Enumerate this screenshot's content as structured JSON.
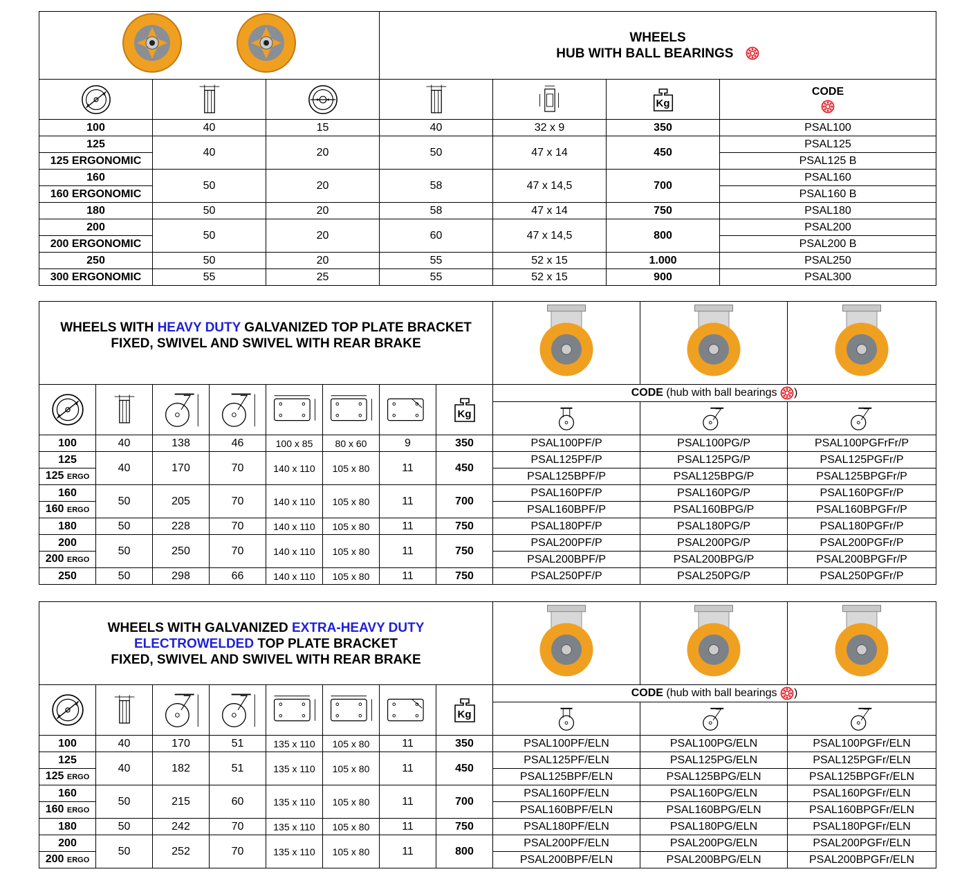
{
  "section1": {
    "title_line1": "WHEELS",
    "title_line2": "HUB WITH BALL BEARINGS",
    "code_header": "CODE",
    "weight_unit": "Kg",
    "rows": [
      {
        "d": "100",
        "w": "40",
        "hub": "15",
        "l": "40",
        "bear": "32 x 9",
        "kg": "350",
        "code": "PSAL100"
      },
      {
        "d": "125",
        "d2": "125 ERGONOMIC",
        "w": "40",
        "hub": "20",
        "l": "50",
        "bear": "47 x 14",
        "kg": "450",
        "code": "PSAL125",
        "code2": "PSAL125 B"
      },
      {
        "d": "160",
        "d2": "160 ERGONOMIC",
        "w": "50",
        "hub": "20",
        "l": "58",
        "bear": "47 x 14,5",
        "kg": "700",
        "code": "PSAL160",
        "code2": "PSAL160 B"
      },
      {
        "d": "180",
        "w": "50",
        "hub": "20",
        "l": "58",
        "bear": "47 x 14",
        "kg": "750",
        "code": "PSAL180"
      },
      {
        "d": "200",
        "d2": "200 ERGONOMIC",
        "w": "50",
        "hub": "20",
        "l": "60",
        "bear": "47 x 14,5",
        "kg": "800",
        "code": "PSAL200",
        "code2": "PSAL200 B"
      },
      {
        "d": "250",
        "w": "50",
        "hub": "20",
        "l": "55",
        "bear": "52 x 15",
        "kg": "1.000",
        "code": "PSAL250"
      },
      {
        "d": "300 ERGONOMIC",
        "w": "55",
        "hub": "25",
        "l": "55",
        "bear": "52 x 15",
        "kg": "900",
        "code": "PSAL300"
      }
    ]
  },
  "section2": {
    "title_a": "WHEELS WITH ",
    "title_b": "HEAVY DUTY",
    "title_c": " GALVANIZED TOP PLATE BRACKET",
    "title_line2": "FIXED, SWIVEL AND SWIVEL WITH REAR BRAKE",
    "code_bold": "CODE",
    "code_rest": " (hub with ball bearings ",
    "code_close": ")",
    "weight_unit": "Kg",
    "ergo": "ERGO",
    "rows": [
      {
        "d": "100",
        "w": "40",
        "h1": "138",
        "h2": "46",
        "p1": "100 x 85",
        "p2": "80 x 60",
        "bolt": "9",
        "kg": "350",
        "c1": "PSAL100PF/P",
        "c2": "PSAL100PG/P",
        "c3": "PSAL100PGFrFr/P"
      },
      {
        "d": "125",
        "w": "40",
        "h1": "170",
        "h2": "70",
        "p1": "140 x 110",
        "p2": "105 x 80",
        "bolt": "11",
        "kg": "450",
        "c1": "PSAL125PF/P",
        "c2": "PSAL125PG/P",
        "c3": "PSAL125PGFr/P",
        "e1": "PSAL125BPF/P",
        "e2": "PSAL125BPG/P",
        "e3": "PSAL125BPGFr/P"
      },
      {
        "d": "160",
        "w": "50",
        "h1": "205",
        "h2": "70",
        "p1": "140 x 110",
        "p2": "105 x 80",
        "bolt": "11",
        "kg": "700",
        "c1": "PSAL160PF/P",
        "c2": "PSAL160PG/P",
        "c3": "PSAL160PGFr/P",
        "e1": "PSAL160BPF/P",
        "e2": "PSAL160BPG/P",
        "e3": "PSAL160BPGFr/P"
      },
      {
        "d": "180",
        "w": "50",
        "h1": "228",
        "h2": "70",
        "p1": "140 x 110",
        "p2": "105 x 80",
        "bolt": "11",
        "kg": "750",
        "c1": "PSAL180PF/P",
        "c2": "PSAL180PG/P",
        "c3": "PSAL180PGFr/P"
      },
      {
        "d": "200",
        "w": "50",
        "h1": "250",
        "h2": "70",
        "p1": "140 x 110",
        "p2": "105 x 80",
        "bolt": "11",
        "kg": "750",
        "c1": "PSAL200PF/P",
        "c2": "PSAL200PG/P",
        "c3": "PSAL200PGFr/P",
        "e1": "PSAL200BPF/P",
        "e2": "PSAL200BPG/P",
        "e3": "PSAL200BPGFr/P"
      },
      {
        "d": "250",
        "w": "50",
        "h1": "298",
        "h2": "66",
        "p1": "140 x 110",
        "p2": "105 x 80",
        "bolt": "11",
        "kg": "750",
        "c1": "PSAL250PF/P",
        "c2": "PSAL250PG/P",
        "c3": "PSAL250PGFr/P"
      }
    ]
  },
  "section3": {
    "title_a": "WHEELS WITH GALVANIZED ",
    "title_b": "EXTRA-HEAVY DUTY",
    "title_c": "ELECTROWELDED",
    "title_d": " TOP PLATE BRACKET",
    "title_line3": "FIXED, SWIVEL AND SWIVEL WITH REAR BRAKE",
    "code_bold": "CODE",
    "code_rest": " (hub with ball bearings ",
    "code_close": ")",
    "weight_unit": "Kg",
    "ergo": "ERGO",
    "rows": [
      {
        "d": "100",
        "w": "40",
        "h1": "170",
        "h2": "51",
        "p1": "135 x 110",
        "p2": "105 x 80",
        "bolt": "11",
        "kg": "350",
        "c1": "PSAL100PF/ELN",
        "c2": "PSAL100PG/ELN",
        "c3": "PSAL100PGFr/ELN"
      },
      {
        "d": "125",
        "w": "40",
        "h1": "182",
        "h2": "51",
        "p1": "135 x 110",
        "p2": "105 x 80",
        "bolt": "11",
        "kg": "450",
        "c1": "PSAL125PF/ELN",
        "c2": "PSAL125PG/ELN",
        "c3": "PSAL125PGFr/ELN",
        "e1": "PSAL125BPF/ELN",
        "e2": "PSAL125BPG/ELN",
        "e3": "PSAL125BPGFr/ELN"
      },
      {
        "d": "160",
        "w": "50",
        "h1": "215",
        "h2": "60",
        "p1": "135 x 110",
        "p2": "105 x 80",
        "bolt": "11",
        "kg": "700",
        "c1": "PSAL160PF/ELN",
        "c2": "PSAL160PG/ELN",
        "c3": "PSAL160PGFr/ELN",
        "e1": "PSAL160BPF/ELN",
        "e2": "PSAL160BPG/ELN",
        "e3": "PSAL160BPGFr/ELN"
      },
      {
        "d": "180",
        "w": "50",
        "h1": "242",
        "h2": "70",
        "p1": "135 x 110",
        "p2": "105 x 80",
        "bolt": "11",
        "kg": "750",
        "c1": "PSAL180PF/ELN",
        "c2": "PSAL180PG/ELN",
        "c3": "PSAL180PGFr/ELN"
      },
      {
        "d": "200",
        "w": "50",
        "h1": "252",
        "h2": "70",
        "p1": "135 x 110",
        "p2": "105 x 80",
        "bolt": "11",
        "kg": "800",
        "c1": "PSAL200PF/ELN",
        "c2": "PSAL200PG/ELN",
        "c3": "PSAL200PGFr/ELN",
        "e1": "PSAL200BPF/ELN",
        "e2": "PSAL200BPG/ELN",
        "e3": "PSAL200BPGFr/ELN"
      }
    ]
  },
  "colors": {
    "accent_blue": "#1f1fd6",
    "bearing_red": "#e0202a",
    "wheel_orange": "#f0a020"
  }
}
